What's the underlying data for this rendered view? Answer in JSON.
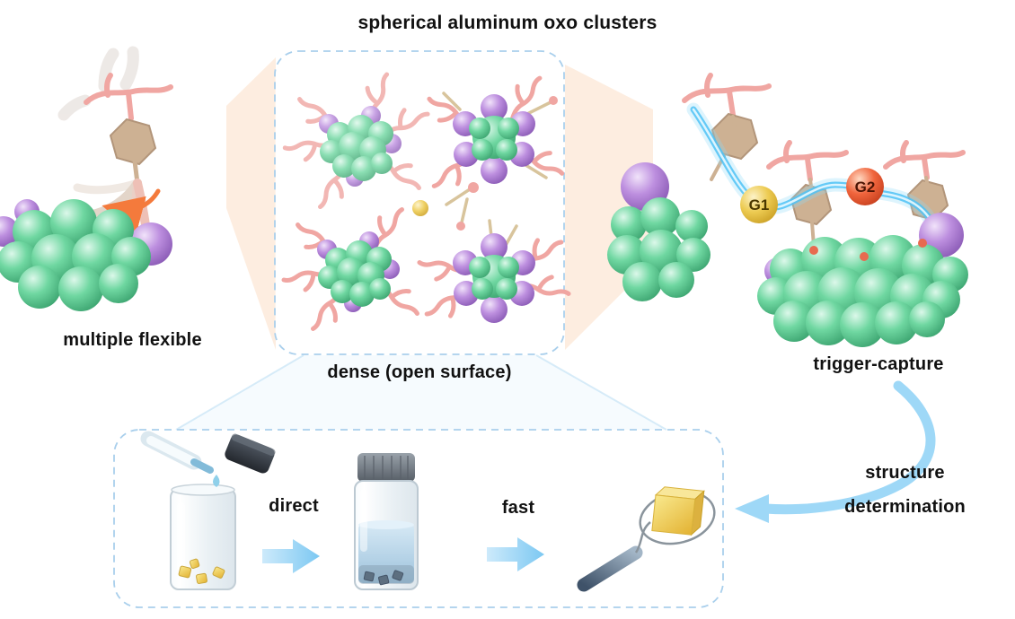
{
  "title": "spherical aluminum oxo clusters",
  "left_panel": {
    "label": "multiple flexible"
  },
  "center_panel": {
    "label": "dense (open surface)"
  },
  "right_panel": {
    "label": "trigger-capture",
    "g1_label": "G1",
    "g2_label": "G2"
  },
  "process_panel": {
    "step1_label": "direct",
    "step2_label": "fast"
  },
  "structure_note": {
    "line1": "structure",
    "line2": "determination"
  },
  "colors": {
    "green_sphere": "#5fcf97",
    "purple_sphere": "#b98ddd",
    "pink_ligand": "#f0a6a2",
    "tan_linker": "#cdb193",
    "orange_accent": "#f47a3c",
    "blue_glow": "#4fc2f6",
    "g1_yellow": "#ecc94f",
    "g2_orange": "#f0633c",
    "panel_border_blue": "#a9cfec",
    "arrow_blue": "#9ed8f7",
    "crystal_yellow": "#f2cc4e"
  }
}
